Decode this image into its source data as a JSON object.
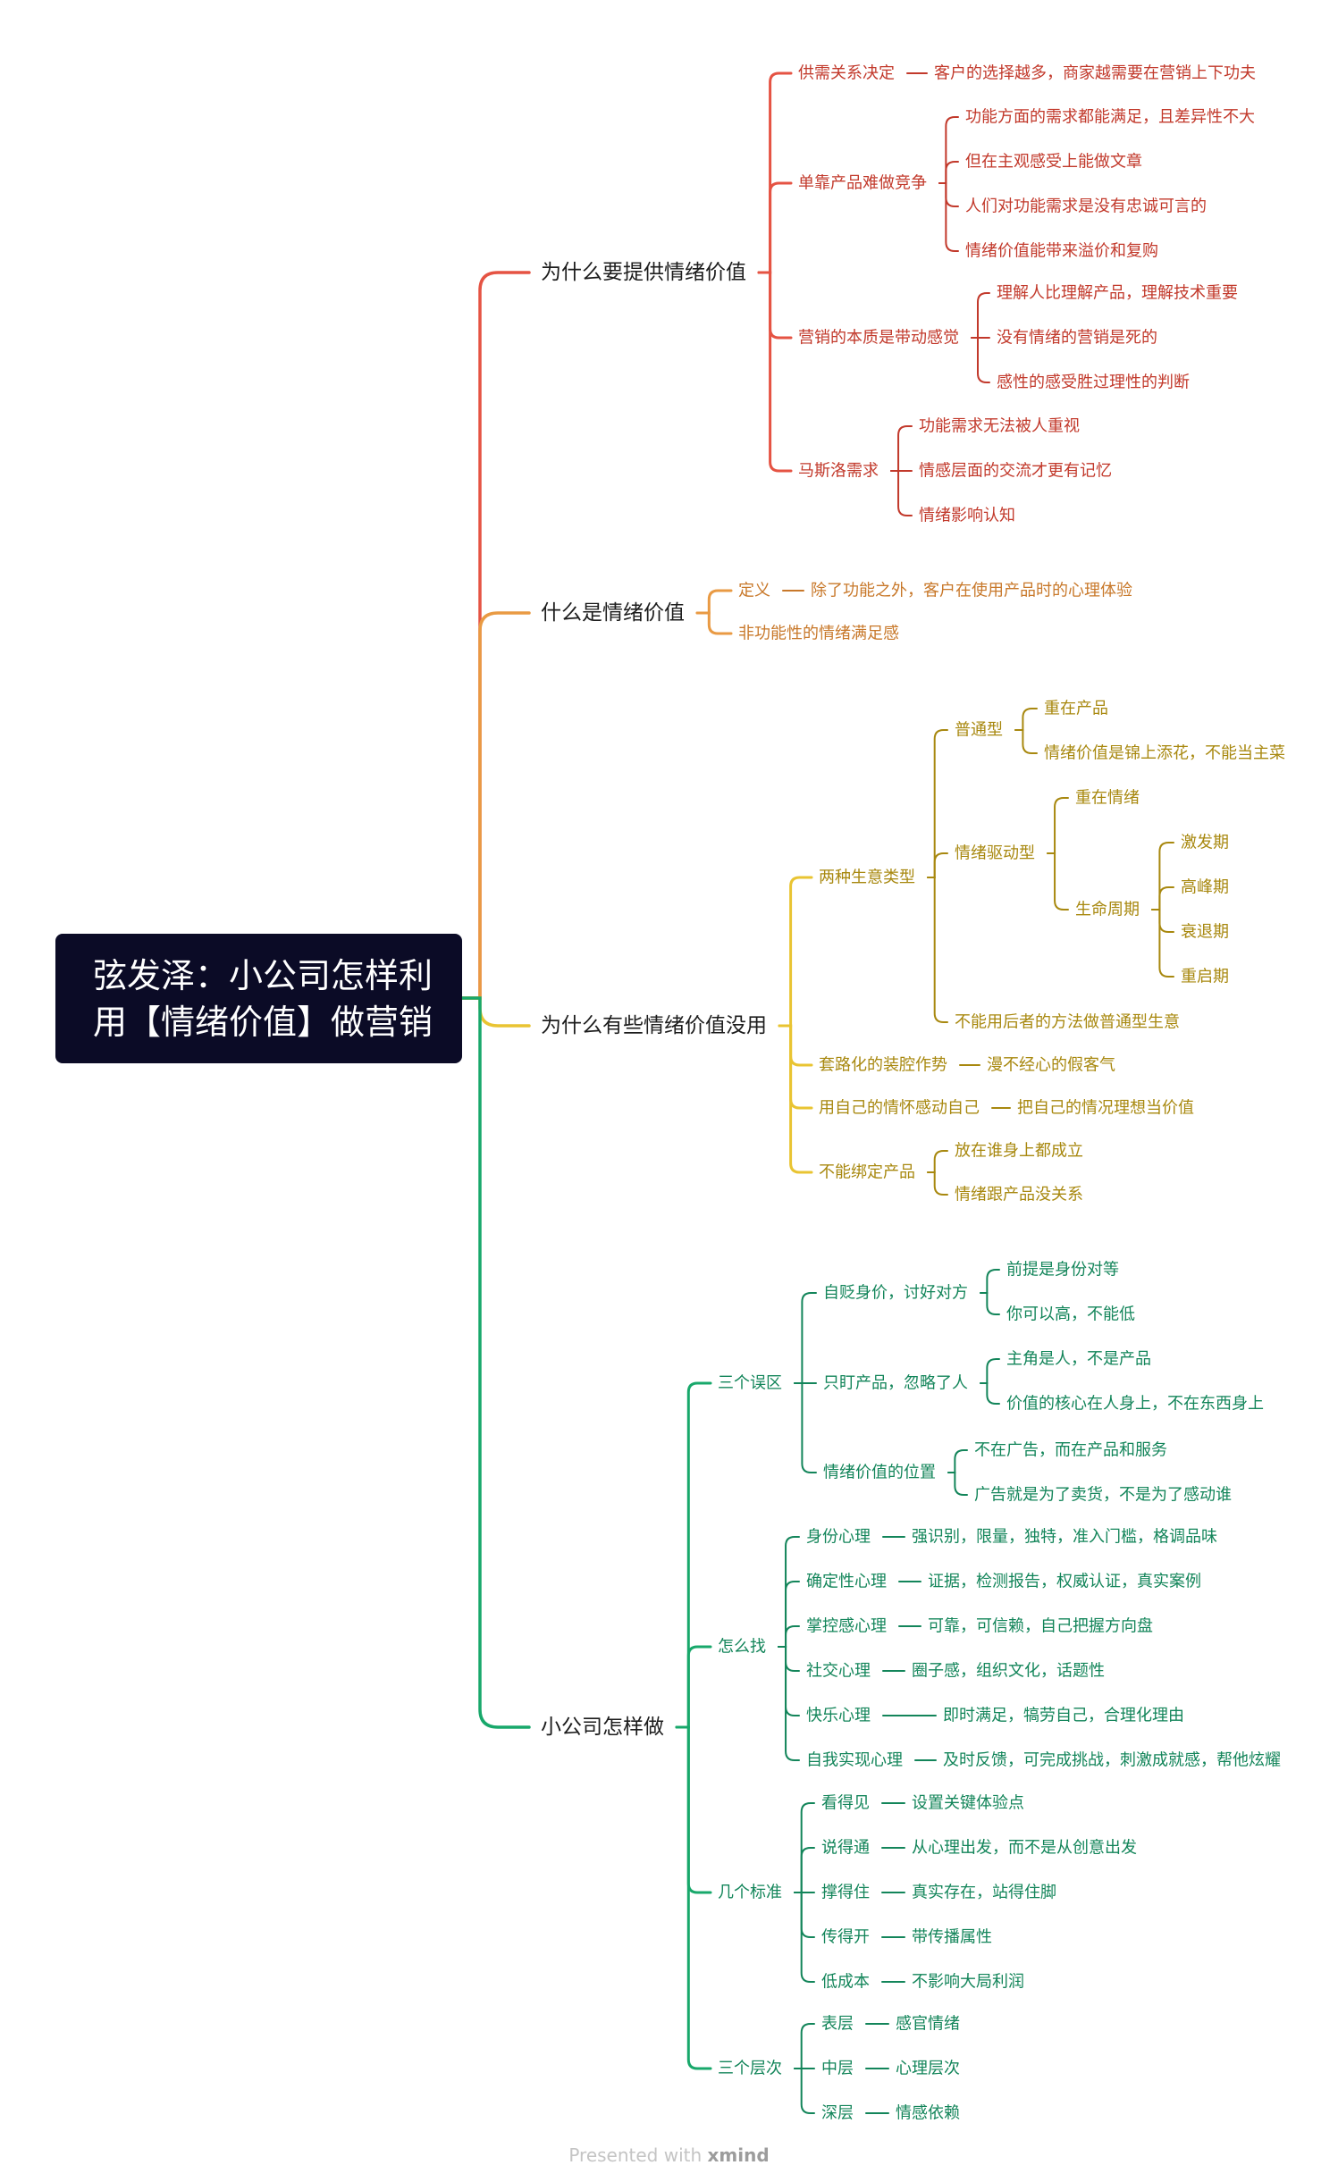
{
  "root": {
    "line1": "弦发泽：小公司怎样利",
    "line2": "用【情绪价值】做营销"
  },
  "footer": {
    "prefix": "Presented with",
    "brand": "xmind"
  },
  "branches": [
    {
      "color": "#e55343",
      "label": "为什么要提供情绪价值",
      "children": [
        {
          "label": "供需关系决定",
          "children": [
            {
              "label": "客户的选择越多，商家越需要在营销上下功夫"
            }
          ]
        },
        {
          "label": "单靠产品难做竞争",
          "children": [
            {
              "label": "功能方面的需求都能满足，且差异性不大"
            },
            {
              "label": "但在主观感受上能做文章"
            },
            {
              "label": "人们对功能需求是没有忠诚可言的"
            },
            {
              "label": "情绪价值能带来溢价和复购"
            }
          ]
        },
        {
          "label": "营销的本质是带动感觉",
          "children": [
            {
              "label": "理解人比理解产品，理解技术重要"
            },
            {
              "label": "没有情绪的营销是死的"
            },
            {
              "label": "感性的感受胜过理性的判断"
            }
          ]
        },
        {
          "label": "马斯洛需求",
          "children": [
            {
              "label": "功能需求无法被人重视"
            },
            {
              "label": "情感层面的交流才更有记忆"
            },
            {
              "label": "情绪影响认知"
            }
          ]
        }
      ]
    },
    {
      "color": "#e99a43",
      "label": "什么是情绪价值",
      "children": [
        {
          "label": "定义",
          "children": [
            {
              "label": "除了功能之外，客户在使用产品时的心理体验"
            }
          ]
        },
        {
          "label": "非功能性的情绪满足感"
        }
      ]
    },
    {
      "color": "#e9c432",
      "label": "为什么有些情绪价值没用",
      "children": [
        {
          "label": "两种生意类型",
          "children": [
            {
              "label": "普通型",
              "children": [
                {
                  "label": "重在产品"
                },
                {
                  "label": "情绪价值是锦上添花，不能当主菜"
                }
              ]
            },
            {
              "label": "情绪驱动型",
              "children": [
                {
                  "label": "重在情绪"
                },
                {
                  "label": "生命周期",
                  "children": [
                    {
                      "label": "激发期"
                    },
                    {
                      "label": "高峰期"
                    },
                    {
                      "label": "衰退期"
                    },
                    {
                      "label": "重启期"
                    }
                  ]
                }
              ]
            },
            {
              "label": "不能用后者的方法做普通型生意"
            }
          ]
        },
        {
          "label": "套路化的装腔作势",
          "children": [
            {
              "label": "漫不经心的假客气"
            }
          ]
        },
        {
          "label": "用自己的情怀感动自己",
          "children": [
            {
              "label": "把自己的情况理想当价值"
            }
          ]
        },
        {
          "label": "不能绑定产品",
          "children": [
            {
              "label": "放在谁身上都成立"
            },
            {
              "label": "情绪跟产品没关系"
            }
          ]
        }
      ]
    },
    {
      "color": "#18a86b",
      "label": "小公司怎样做",
      "children": [
        {
          "label": "三个误区",
          "children": [
            {
              "label": "自贬身价，讨好对方",
              "children": [
                {
                  "label": "前提是身份对等"
                },
                {
                  "label": "你可以高，不能低"
                }
              ]
            },
            {
              "label": "只盯产品，忽略了人",
              "children": [
                {
                  "label": "主角是人，不是产品"
                },
                {
                  "label": "价值的核心在人身上，不在东西身上"
                }
              ]
            },
            {
              "label": "情绪价值的位置",
              "children": [
                {
                  "label": "不在广告，而在产品和服务"
                },
                {
                  "label": "广告就是为了卖货，不是为了感动谁"
                }
              ]
            }
          ]
        },
        {
          "label": "怎么找",
          "children": [
            {
              "label": "身份心理",
              "children": [
                {
                  "label": "强识别，限量，独特，准入门槛，格调品味"
                }
              ]
            },
            {
              "label": "确定性心理",
              "children": [
                {
                  "label": "证据，检测报告，权威认证，真实案例"
                }
              ]
            },
            {
              "label": "掌控感心理",
              "children": [
                {
                  "label": "可靠，可信赖，自己把握方向盘"
                }
              ]
            },
            {
              "label": "社交心理",
              "children": [
                {
                  "label": "圈子感，组织文化，话题性"
                }
              ]
            },
            {
              "label": "快乐心理",
              "children": [
                {
                  "label": "即时满足，犒劳自己，合理化理由"
                }
              ]
            },
            {
              "label": "自我实现心理",
              "children": [
                {
                  "label": "及时反馈，可完成挑战，刺激成就感，帮他炫耀"
                }
              ]
            }
          ]
        },
        {
          "label": "几个标准",
          "children": [
            {
              "label": "看得见",
              "children": [
                {
                  "label": "设置关键体验点"
                }
              ]
            },
            {
              "label": "说得通",
              "children": [
                {
                  "label": "从心理出发，而不是从创意出发"
                }
              ]
            },
            {
              "label": "撑得住",
              "children": [
                {
                  "label": "真实存在，站得住脚"
                }
              ]
            },
            {
              "label": "传得开",
              "children": [
                {
                  "label": "带传播属性"
                }
              ]
            },
            {
              "label": "低成本",
              "children": [
                {
                  "label": "不影响大局利润"
                }
              ]
            }
          ]
        },
        {
          "label": "三个层次",
          "children": [
            {
              "label": "表层",
              "children": [
                {
                  "label": "感官情绪"
                }
              ]
            },
            {
              "label": "中层",
              "children": [
                {
                  "label": "心理层次"
                }
              ]
            },
            {
              "label": "深层",
              "children": [
                {
                  "label": "情感依赖"
                }
              ]
            }
          ]
        }
      ]
    }
  ]
}
